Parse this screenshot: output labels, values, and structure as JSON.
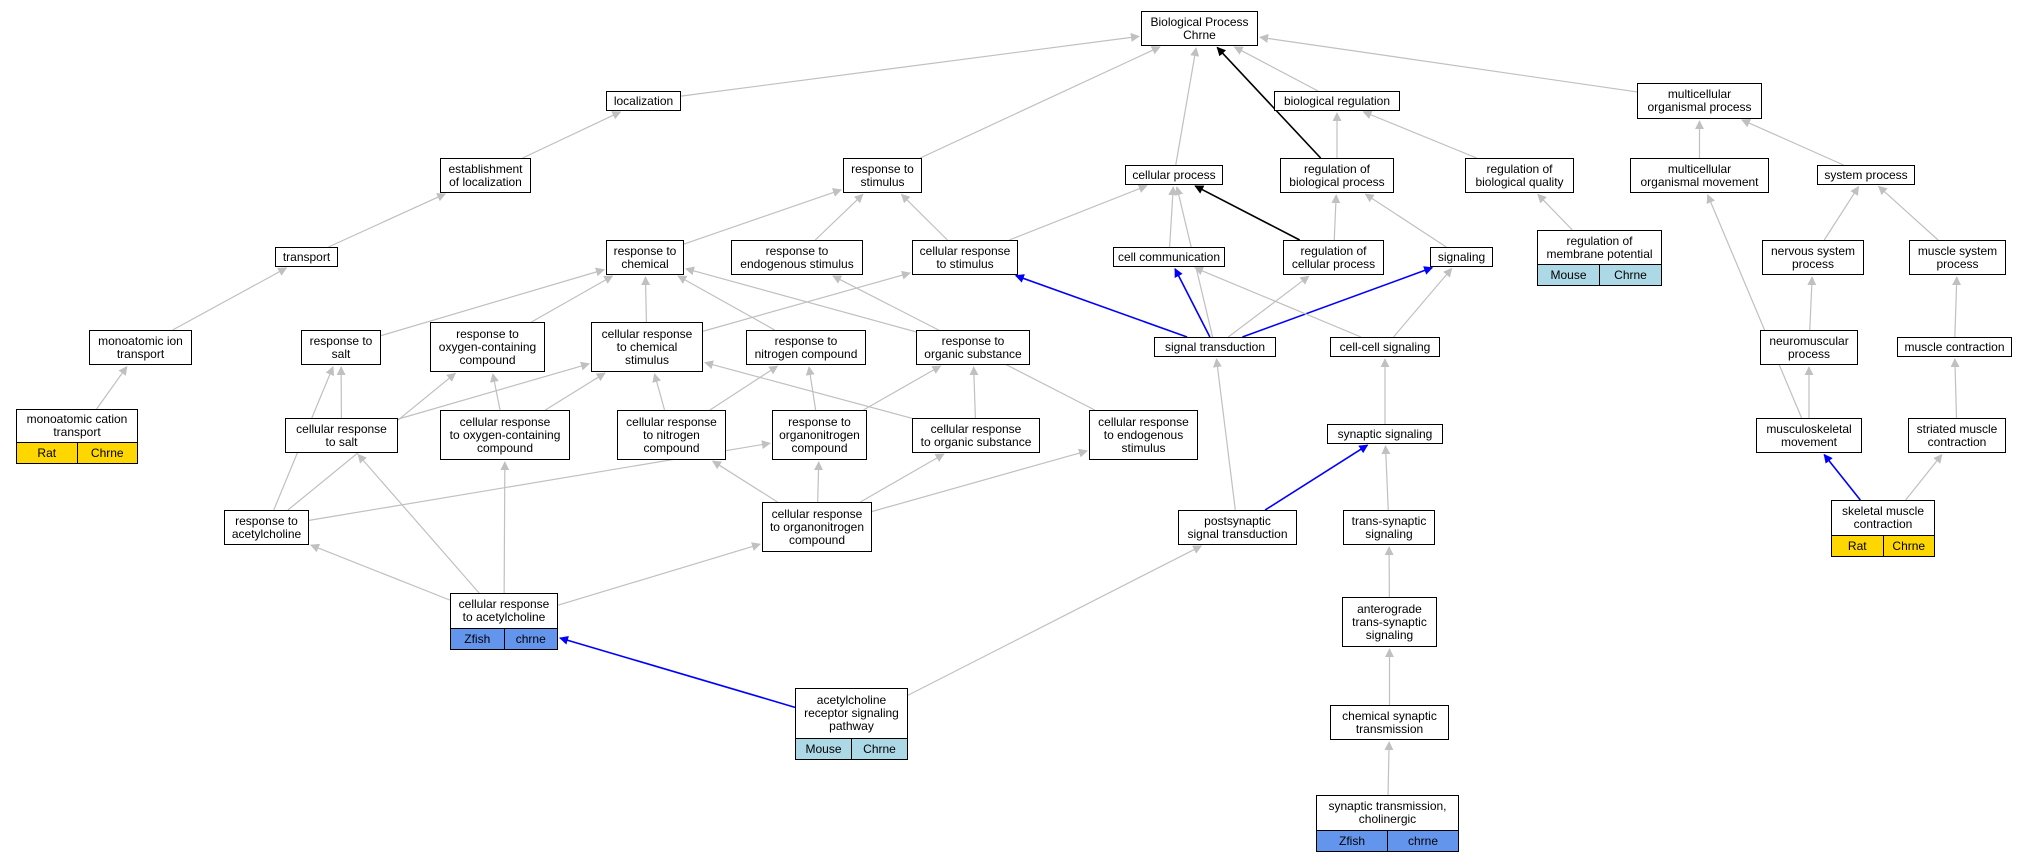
{
  "colors": {
    "edge_default": "#c0c0c0",
    "edge_black": "#000000",
    "edge_blue": "#0000ff",
    "tag_rat": "#ffd700",
    "tag_mouse": "#add8e6",
    "tag_zfish": "#6495ed"
  },
  "nodes": [
    {
      "id": "root",
      "label": "Biological Process\nChrne"
    },
    {
      "id": "localization",
      "label": "localization"
    },
    {
      "id": "biological-regulation",
      "label": "biological regulation"
    },
    {
      "id": "multicellular-organismal-process",
      "label": "multicellular\norganismal process"
    },
    {
      "id": "establishment-of-localization",
      "label": "establishment\nof localization"
    },
    {
      "id": "response-to-stimulus",
      "label": "response to\nstimulus"
    },
    {
      "id": "cellular-process",
      "label": "cellular process"
    },
    {
      "id": "regulation-of-biological-process",
      "label": "regulation of\nbiological process"
    },
    {
      "id": "regulation-of-biological-quality",
      "label": "regulation of\nbiological quality"
    },
    {
      "id": "multicellular-organismal-movement",
      "label": "multicellular\norganismal movement"
    },
    {
      "id": "system-process",
      "label": "system process"
    },
    {
      "id": "transport",
      "label": "transport"
    },
    {
      "id": "response-to-chemical",
      "label": "response to\nchemical"
    },
    {
      "id": "response-to-endogenous-stimulus",
      "label": "response to\nendogenous stimulus"
    },
    {
      "id": "cellular-response-to-stimulus",
      "label": "cellular response\nto stimulus"
    },
    {
      "id": "cell-communication",
      "label": "cell communication"
    },
    {
      "id": "regulation-of-cellular-process",
      "label": "regulation of\ncellular process"
    },
    {
      "id": "signaling",
      "label": "signaling"
    },
    {
      "id": "regulation-of-membrane-potential",
      "label": "regulation of\nmembrane potential",
      "tags": [
        {
          "label": "Mouse",
          "color": "#add8e6"
        },
        {
          "label": "Chrne",
          "color": "#add8e6"
        }
      ]
    },
    {
      "id": "nervous-system-process",
      "label": "nervous system\nprocess"
    },
    {
      "id": "muscle-system-process",
      "label": "muscle system\nprocess"
    },
    {
      "id": "monoatomic-ion-transport",
      "label": "monoatomic ion\ntransport"
    },
    {
      "id": "response-to-salt",
      "label": "response to\nsalt"
    },
    {
      "id": "response-to-oxygen-containing-compound",
      "label": "response to\noxygen-containing\ncompound"
    },
    {
      "id": "cellular-response-to-chemical-stimulus",
      "label": "cellular response\nto chemical\nstimulus"
    },
    {
      "id": "response-to-nitrogen-compound",
      "label": "response to\nnitrogen compound"
    },
    {
      "id": "response-to-organic-substance",
      "label": "response to\norganic substance"
    },
    {
      "id": "signal-transduction",
      "label": "signal transduction"
    },
    {
      "id": "cell-cell-signaling",
      "label": "cell-cell signaling"
    },
    {
      "id": "neuromuscular-process",
      "label": "neuromuscular\nprocess"
    },
    {
      "id": "muscle-contraction",
      "label": "muscle contraction"
    },
    {
      "id": "monoatomic-cation-transport",
      "label": "monoatomic cation\ntransport",
      "tags": [
        {
          "label": "Rat",
          "color": "#ffd700"
        },
        {
          "label": "Chrne",
          "color": "#ffd700"
        }
      ]
    },
    {
      "id": "cellular-response-to-salt",
      "label": "cellular response\nto salt"
    },
    {
      "id": "cellular-response-to-oxygen-containing-compound",
      "label": "cellular response\nto oxygen-containing\ncompound"
    },
    {
      "id": "cellular-response-to-nitrogen-compound",
      "label": "cellular response\nto nitrogen\ncompound"
    },
    {
      "id": "response-to-organonitrogen-compound",
      "label": "response to\norganonitrogen\ncompound"
    },
    {
      "id": "cellular-response-to-organic-substance",
      "label": "cellular response\nto organic substance"
    },
    {
      "id": "cellular-response-to-endogenous-stimulus",
      "label": "cellular response\nto endogenous\nstimulus"
    },
    {
      "id": "synaptic-signaling",
      "label": "synaptic signaling"
    },
    {
      "id": "musculoskeletal-movement",
      "label": "musculoskeletal\nmovement"
    },
    {
      "id": "striated-muscle-contraction",
      "label": "striated muscle\ncontraction"
    },
    {
      "id": "response-to-acetylcholine",
      "label": "response to\nacetylcholine"
    },
    {
      "id": "cellular-response-to-organonitrogen-compound",
      "label": "cellular response\nto organonitrogen\ncompound"
    },
    {
      "id": "postsynaptic-signal-transduction",
      "label": "postsynaptic\nsignal transduction"
    },
    {
      "id": "trans-synaptic-signaling",
      "label": "trans-synaptic\nsignaling"
    },
    {
      "id": "skeletal-muscle-contraction",
      "label": "skeletal muscle\ncontraction",
      "tags": [
        {
          "label": "Rat",
          "color": "#ffd700"
        },
        {
          "label": "Chrne",
          "color": "#ffd700"
        }
      ]
    },
    {
      "id": "cellular-response-to-acetylcholine",
      "label": "cellular response\nto acetylcholine",
      "tags": [
        {
          "label": "Zfish",
          "color": "#6495ed"
        },
        {
          "label": "chrne",
          "color": "#6495ed"
        }
      ]
    },
    {
      "id": "anterograde-trans-synaptic-signaling",
      "label": "anterograde\ntrans-synaptic\nsignaling"
    },
    {
      "id": "acetylcholine-receptor-signaling-pathway",
      "label": "acetylcholine\nreceptor signaling\npathway",
      "tags": [
        {
          "label": "Mouse",
          "color": "#add8e6"
        },
        {
          "label": "Chrne",
          "color": "#add8e6"
        }
      ]
    },
    {
      "id": "chemical-synaptic-transmission",
      "label": "chemical synaptic\ntransmission"
    },
    {
      "id": "synaptic-transmission-cholinergic",
      "label": "synaptic transmission,\ncholinergic",
      "tags": [
        {
          "label": "Zfish",
          "color": "#6495ed"
        },
        {
          "label": "chrne",
          "color": "#6495ed"
        }
      ]
    }
  ],
  "edges": [
    {
      "from": "localization",
      "to": "root",
      "style": "default"
    },
    {
      "from": "response-to-stimulus",
      "to": "root",
      "style": "default"
    },
    {
      "from": "cellular-process",
      "to": "root",
      "style": "default"
    },
    {
      "from": "biological-regulation",
      "to": "root",
      "style": "default"
    },
    {
      "from": "regulation-of-biological-process",
      "to": "root",
      "style": "black"
    },
    {
      "from": "multicellular-organismal-process",
      "to": "root",
      "style": "default"
    },
    {
      "from": "establishment-of-localization",
      "to": "localization",
      "style": "default"
    },
    {
      "from": "transport",
      "to": "establishment-of-localization",
      "style": "default"
    },
    {
      "from": "monoatomic-ion-transport",
      "to": "transport",
      "style": "default"
    },
    {
      "from": "monoatomic-cation-transport",
      "to": "monoatomic-ion-transport",
      "style": "default"
    },
    {
      "from": "regulation-of-biological-process",
      "to": "biological-regulation",
      "style": "default"
    },
    {
      "from": "regulation-of-biological-quality",
      "to": "biological-regulation",
      "style": "default"
    },
    {
      "from": "regulation-of-membrane-potential",
      "to": "regulation-of-biological-quality",
      "style": "default"
    },
    {
      "from": "regulation-of-cellular-process",
      "to": "regulation-of-biological-process",
      "style": "default"
    },
    {
      "from": "signaling",
      "to": "regulation-of-biological-process",
      "style": "default"
    },
    {
      "from": "regulation-of-cellular-process",
      "to": "cellular-process",
      "style": "black"
    },
    {
      "from": "cell-communication",
      "to": "cellular-process",
      "style": "default"
    },
    {
      "from": "cellular-response-to-stimulus",
      "to": "cellular-process",
      "style": "default"
    },
    {
      "from": "signal-transduction",
      "to": "cellular-process",
      "style": "default"
    },
    {
      "from": "response-to-chemical",
      "to": "response-to-stimulus",
      "style": "default"
    },
    {
      "from": "response-to-endogenous-stimulus",
      "to": "response-to-stimulus",
      "style": "default"
    },
    {
      "from": "cellular-response-to-stimulus",
      "to": "response-to-stimulus",
      "style": "default"
    },
    {
      "from": "multicellular-organismal-movement",
      "to": "multicellular-organismal-process",
      "style": "default"
    },
    {
      "from": "system-process",
      "to": "multicellular-organismal-process",
      "style": "default"
    },
    {
      "from": "nervous-system-process",
      "to": "system-process",
      "style": "default"
    },
    {
      "from": "muscle-system-process",
      "to": "system-process",
      "style": "default"
    },
    {
      "from": "neuromuscular-process",
      "to": "nervous-system-process",
      "style": "default"
    },
    {
      "from": "muscle-contraction",
      "to": "muscle-system-process",
      "style": "default"
    },
    {
      "from": "musculoskeletal-movement",
      "to": "neuromuscular-process",
      "style": "default"
    },
    {
      "from": "musculoskeletal-movement",
      "to": "multicellular-organismal-movement",
      "style": "default"
    },
    {
      "from": "striated-muscle-contraction",
      "to": "muscle-contraction",
      "style": "default"
    },
    {
      "from": "skeletal-muscle-contraction",
      "to": "musculoskeletal-movement",
      "style": "blue"
    },
    {
      "from": "skeletal-muscle-contraction",
      "to": "striated-muscle-contraction",
      "style": "default"
    },
    {
      "from": "response-to-salt",
      "to": "response-to-chemical",
      "style": "default"
    },
    {
      "from": "response-to-oxygen-containing-compound",
      "to": "response-to-chemical",
      "style": "default"
    },
    {
      "from": "cellular-response-to-chemical-stimulus",
      "to": "response-to-chemical",
      "style": "default"
    },
    {
      "from": "response-to-nitrogen-compound",
      "to": "response-to-chemical",
      "style": "default"
    },
    {
      "from": "response-to-organic-substance",
      "to": "response-to-chemical",
      "style": "default"
    },
    {
      "from": "cellular-response-to-chemical-stimulus",
      "to": "cellular-response-to-stimulus",
      "style": "default"
    },
    {
      "from": "cellular-response-to-endogenous-stimulus",
      "to": "response-to-endogenous-stimulus",
      "style": "default"
    },
    {
      "from": "signal-transduction",
      "to": "cellular-response-to-stimulus",
      "style": "blue"
    },
    {
      "from": "signal-transduction",
      "to": "cell-communication",
      "style": "blue"
    },
    {
      "from": "signal-transduction",
      "to": "regulation-of-cellular-process",
      "style": "default"
    },
    {
      "from": "signal-transduction",
      "to": "signaling",
      "style": "blue"
    },
    {
      "from": "cell-cell-signaling",
      "to": "cell-communication",
      "style": "default"
    },
    {
      "from": "cell-cell-signaling",
      "to": "signaling",
      "style": "default"
    },
    {
      "from": "synaptic-signaling",
      "to": "cell-cell-signaling",
      "style": "default"
    },
    {
      "from": "trans-synaptic-signaling",
      "to": "synaptic-signaling",
      "style": "default"
    },
    {
      "from": "postsynaptic-signal-transduction",
      "to": "synaptic-signaling",
      "style": "blue"
    },
    {
      "from": "postsynaptic-signal-transduction",
      "to": "signal-transduction",
      "style": "default"
    },
    {
      "from": "anterograde-trans-synaptic-signaling",
      "to": "trans-synaptic-signaling",
      "style": "default"
    },
    {
      "from": "chemical-synaptic-transmission",
      "to": "anterograde-trans-synaptic-signaling",
      "style": "default"
    },
    {
      "from": "synaptic-transmission-cholinergic",
      "to": "chemical-synaptic-transmission",
      "style": "default"
    },
    {
      "from": "cellular-response-to-salt",
      "to": "response-to-salt",
      "style": "default"
    },
    {
      "from": "cellular-response-to-salt",
      "to": "cellular-response-to-chemical-stimulus",
      "style": "default"
    },
    {
      "from": "cellular-response-to-oxygen-containing-compound",
      "to": "response-to-oxygen-containing-compound",
      "style": "default"
    },
    {
      "from": "cellular-response-to-oxygen-containing-compound",
      "to": "cellular-response-to-chemical-stimulus",
      "style": "default"
    },
    {
      "from": "cellular-response-to-nitrogen-compound",
      "to": "cellular-response-to-chemical-stimulus",
      "style": "default"
    },
    {
      "from": "cellular-response-to-nitrogen-compound",
      "to": "response-to-nitrogen-compound",
      "style": "default"
    },
    {
      "from": "response-to-organonitrogen-compound",
      "to": "response-to-nitrogen-compound",
      "style": "default"
    },
    {
      "from": "response-to-organonitrogen-compound",
      "to": "response-to-organic-substance",
      "style": "default"
    },
    {
      "from": "cellular-response-to-organic-substance",
      "to": "response-to-organic-substance",
      "style": "default"
    },
    {
      "from": "cellular-response-to-organic-substance",
      "to": "cellular-response-to-chemical-stimulus",
      "style": "default"
    },
    {
      "from": "response-to-acetylcholine",
      "to": "response-to-salt",
      "style": "default"
    },
    {
      "from": "response-to-acetylcholine",
      "to": "response-to-oxygen-containing-compound",
      "style": "default"
    },
    {
      "from": "response-to-acetylcholine",
      "to": "response-to-organonitrogen-compound",
      "style": "default"
    },
    {
      "from": "cellular-response-to-organonitrogen-compound",
      "to": "cellular-response-to-nitrogen-compound",
      "style": "default"
    },
    {
      "from": "cellular-response-to-organonitrogen-compound",
      "to": "response-to-organonitrogen-compound",
      "style": "default"
    },
    {
      "from": "cellular-response-to-organonitrogen-compound",
      "to": "cellular-response-to-organic-substance",
      "style": "default"
    },
    {
      "from": "cellular-response-to-organonitrogen-compound",
      "to": "cellular-response-to-endogenous-stimulus",
      "style": "default"
    },
    {
      "from": "cellular-response-to-acetylcholine",
      "to": "response-to-acetylcholine",
      "style": "default"
    },
    {
      "from": "cellular-response-to-acetylcholine",
      "to": "cellular-response-to-salt",
      "style": "default"
    },
    {
      "from": "cellular-response-to-acetylcholine",
      "to": "cellular-response-to-oxygen-containing-compound",
      "style": "default"
    },
    {
      "from": "cellular-response-to-acetylcholine",
      "to": "cellular-response-to-organonitrogen-compound",
      "style": "default"
    },
    {
      "from": "acetylcholine-receptor-signaling-pathway",
      "to": "cellular-response-to-acetylcholine",
      "style": "blue"
    },
    {
      "from": "acetylcholine-receptor-signaling-pathway",
      "to": "postsynaptic-signal-transduction",
      "style": "default"
    }
  ]
}
